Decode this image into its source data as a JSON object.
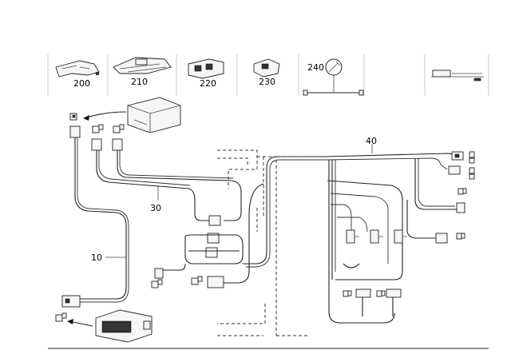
{
  "header_tiles": [
    {
      "label": "200"
    },
    {
      "label": "210"
    },
    {
      "label": "220"
    },
    {
      "label": "230"
    },
    {
      "label": "240"
    }
  ],
  "callouts": {
    "c10": "10",
    "c30": "30",
    "c40": "40"
  }
}
